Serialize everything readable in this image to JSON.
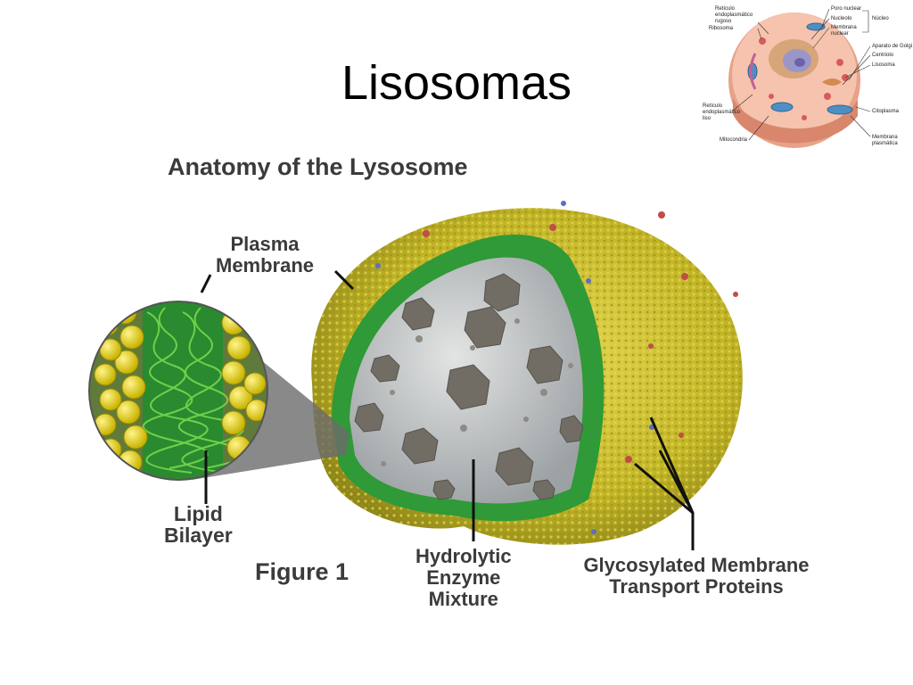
{
  "slide": {
    "title": "Lisosomas"
  },
  "figure": {
    "title": "Anatomy of the Lysosome",
    "caption": "Figure 1",
    "labels": {
      "plasma_membrane": [
        "Plasma",
        "Membrane"
      ],
      "lipid_bilayer": [
        "Lipid",
        "Bilayer"
      ],
      "hydrolytic": [
        "Hydrolytic",
        "Enzyme",
        "Mixture"
      ],
      "glycosylated": [
        "Glycosylated Membrane",
        "Transport Proteins"
      ]
    }
  },
  "inset": {
    "labels": {
      "reticulo_rugoso": "Retículo endoplasmático rugoso",
      "ribosoma": "Ribosoma",
      "poro_nuclear": "Poro nuclear",
      "nucleolo": "Nucleolo",
      "membrana_nuclear": "Membrana nuclear",
      "nucleo": "Núcleo",
      "golgi": "Aparato de Golgi",
      "centriolo": "Centriolo",
      "lisosoma": "Lisosoma",
      "reticulo_liso": "Retículo endoplasmático liso",
      "citoplasma": "Citoplasma",
      "mitocondria": "Mitocondria",
      "membrana_plasmatica": "Membrana plasmática"
    }
  },
  "colors": {
    "membrane_yellow": "#c9bf2e",
    "bilayer_green": "#37a63a",
    "lumen_grey": "#b9bec2",
    "enzyme_dark": "#6f6a63",
    "cell_pink": "#f3b7a1"
  }
}
